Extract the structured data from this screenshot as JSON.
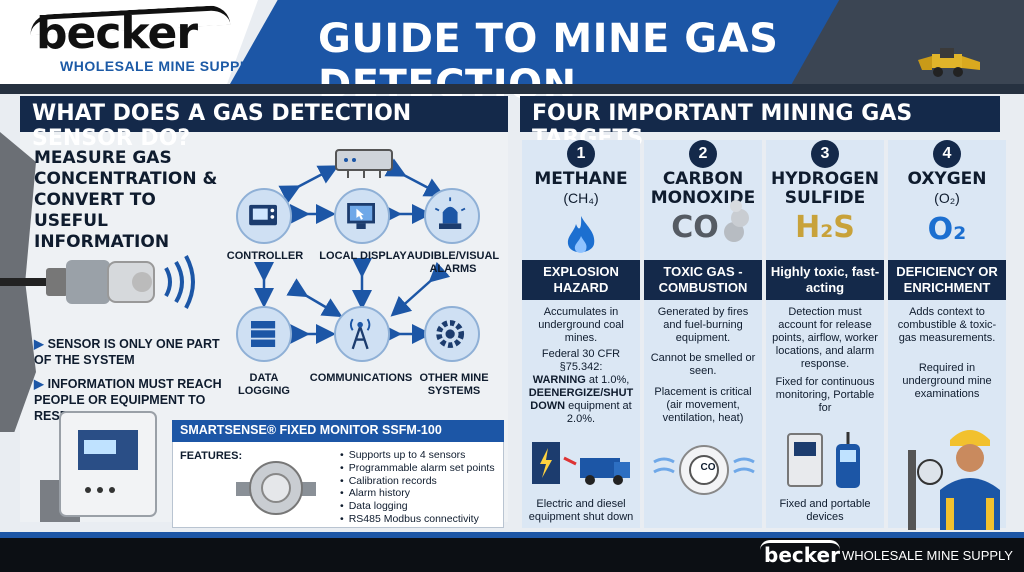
{
  "header": {
    "logo_word": "becker",
    "logo_sub": "WHOLESALE MINE SUPPLY",
    "title": "GUIDE TO MINE GAS DETECTION"
  },
  "left": {
    "section_title": "WHAT DOES A GAS DETECTION SENSOR DO?",
    "measure": "MEASURE GAS CONCENTRATION & CONVERT TO USEFUL INFORMATION",
    "bullets": [
      "SENSOR IS ONLY ONE PART OF THE SYSTEM",
      "INFORMATION MUST REACH PEOPLE OR EQUIPMENT TO RESPOND"
    ],
    "nodes": {
      "controller": "CONTROLLER",
      "display": "LOCAL DISPLAY",
      "alarms": "AUDIBLE/VISUAL ALARMS",
      "logging": "DATA LOGGING",
      "comms": "COMMUNICATIONS",
      "other": "OTHER MINE SYSTEMS"
    },
    "smartsense": {
      "title": "SMARTSENSE® FIXED MONITOR SSFM-100",
      "features_label": "FEATURES:",
      "features": [
        "Supports up to 4 sensors",
        "Programmable alarm set points",
        "Calibration records",
        "Alarm history",
        "Data logging",
        "RS485 Modbus connectivity"
      ]
    }
  },
  "right": {
    "section_title": "FOUR IMPORTANT MINING GAS TARGETS",
    "gases": [
      {
        "num": "1",
        "name": "METHANE",
        "formula": "(CH₄)",
        "hazard": "EXPLOSION HAZARD",
        "desc1": "Accumulates in underground coal mines.",
        "desc2": "Federal 30 CFR §75.342:",
        "desc3a": "WARNING",
        "desc3b": " at 1.0%,",
        "desc3c": "DEENERGIZE/SHUT DOWN",
        "desc3d": " equipment at 2.0%.",
        "caption": "Electric and diesel equipment shut down"
      },
      {
        "num": "2",
        "name": "CARBON MONOXIDE",
        "formula": "CO",
        "hazard": "TOXIC GAS - COMBUSTION",
        "desc1": "Generated by fires and fuel-burning equipment.",
        "desc2": "Cannot be smelled or seen.",
        "desc3": "Placement is critical (air movement, ventilation, heat)",
        "icon_text": "CO"
      },
      {
        "num": "3",
        "name": "HYDROGEN SULFIDE",
        "formula": "H₂S",
        "hazard": "Highly toxic, fast-acting",
        "desc1": "Detection must account for release points, airflow, worker locations, and alarm response.",
        "desc2": "Fixed for continuous monitoring, Portable for",
        "caption": "Fixed and portable devices"
      },
      {
        "num": "4",
        "name": "OXYGEN",
        "formula": "(O₂)",
        "formula_big": "O₂",
        "hazard": "DEFICIENCY OR ENRICHMENT",
        "desc1": "Adds context to combustible & toxic-gas measurements.",
        "desc2": "Required in underground mine examinations"
      }
    ]
  },
  "footer": {
    "word": "becker",
    "sub": "WHOLESALE MINE SUPPLY"
  },
  "colors": {
    "brand_blue": "#1c56a6",
    "navy": "#14294a",
    "h2s_gold": "#c8a23a",
    "o2_blue": "#1c6fd0",
    "co_gray": "#555b63"
  }
}
